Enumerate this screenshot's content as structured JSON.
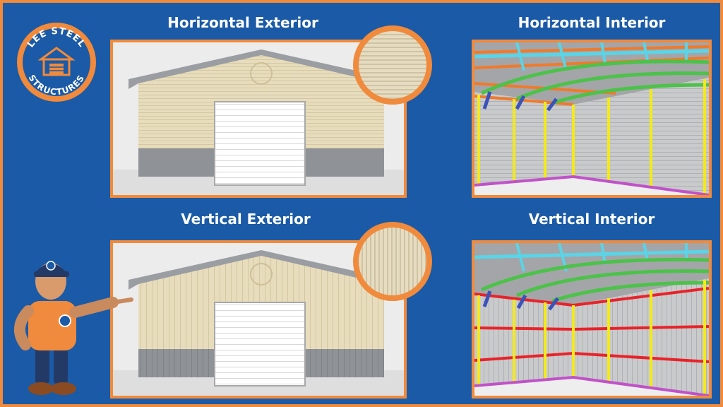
{
  "colors": {
    "background": "#1b5aa6",
    "accent": "#f08a3c",
    "wall": "#e7dcbc",
    "wainscot": "#8f9297",
    "door": "#ffffff",
    "truss_cyan": "#5ad4e6",
    "truss_green": "#4cc24a",
    "purlin_orange": "#f07a2a",
    "post_yellow": "#f2ea1a",
    "base_magenta": "#c052c8",
    "girt_red": "#e8232a",
    "brace_blue": "#3b52b8"
  },
  "logo": {
    "top_text": "LEE STEEL",
    "bottom_text": "STRUCTURES",
    "icon": "garage-building-icon"
  },
  "panels": {
    "horizontal_exterior": {
      "title": "Horizontal Exterior",
      "siding": "horizontal"
    },
    "horizontal_interior": {
      "title": "Horizontal Interior"
    },
    "vertical_exterior": {
      "title": "Vertical Exterior",
      "siding": "vertical"
    },
    "vertical_interior": {
      "title": "Vertical Interior"
    }
  },
  "mascot": {
    "icon": "pointing-worker-mascot-icon"
  }
}
